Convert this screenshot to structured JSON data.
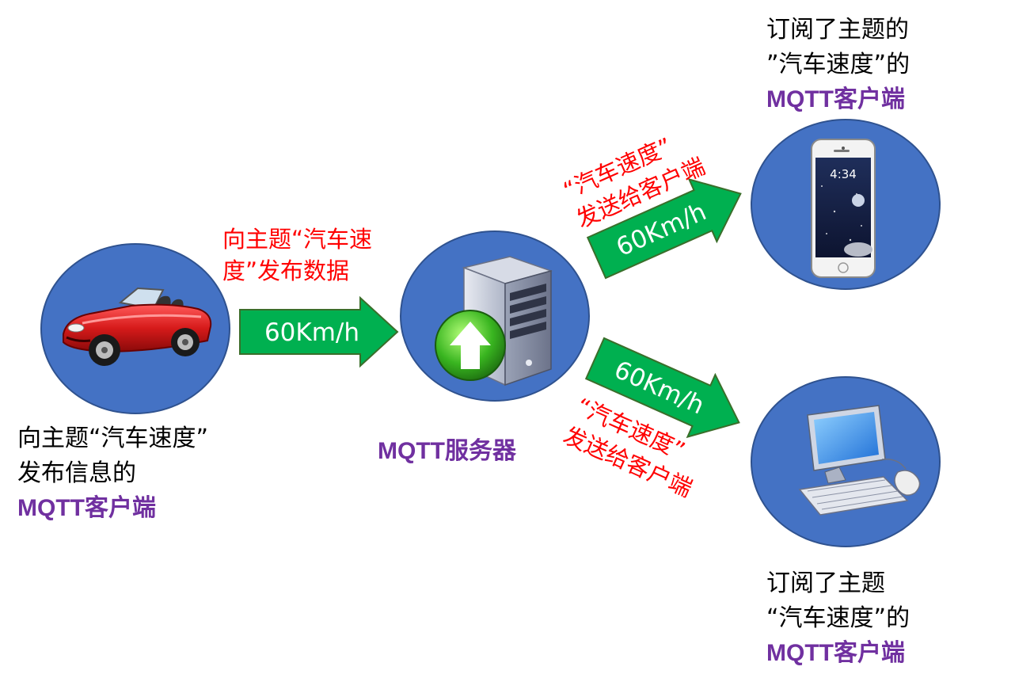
{
  "publisher": {
    "line1": "向主题“汽车速度”",
    "line2": "发布信息的",
    "line3": "MQTT客户端"
  },
  "publish_action": {
    "line1": "向主题“汽车速",
    "line2": "度”发布数据",
    "value": "60Km/h"
  },
  "broker": {
    "label": "MQTT服务器"
  },
  "subscriber_phone": {
    "line1": "订阅了主题的",
    "line2": "”汽车速度”的",
    "line3": "MQTT客户端"
  },
  "deliver_top": {
    "line1": "“汽车速度”",
    "line2": "发送给客户端",
    "value": "60Km/h"
  },
  "deliver_bottom": {
    "line1": "“汽车速度”",
    "line2": "发送给客户端",
    "value": "60Km/h"
  },
  "subscriber_pc": {
    "line1": "订阅了主题",
    "line2": "“汽车速度”的",
    "line3": "MQTT客户端"
  },
  "colors": {
    "circle_fill": "#4472C4",
    "arrow_fill": "#00B050",
    "annotation": "#FF0000",
    "client_label": "#7030A0"
  },
  "phone_screen": {
    "time": "4:34"
  }
}
